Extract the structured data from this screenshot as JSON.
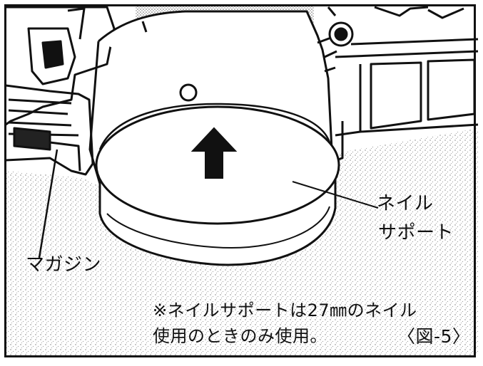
{
  "labels": {
    "nail_support_line1": "ネイル",
    "nail_support_line2": "サポート",
    "magazine": "マガジン",
    "note_line1": "※ネイルサポートは27㎜のネイル",
    "note_line2": "使用のときのみ使用。",
    "figure_label": "〈図-5〉"
  },
  "colors": {
    "ink": "#111111",
    "paper": "#ffffff",
    "stipple": "#8a8a8a"
  }
}
